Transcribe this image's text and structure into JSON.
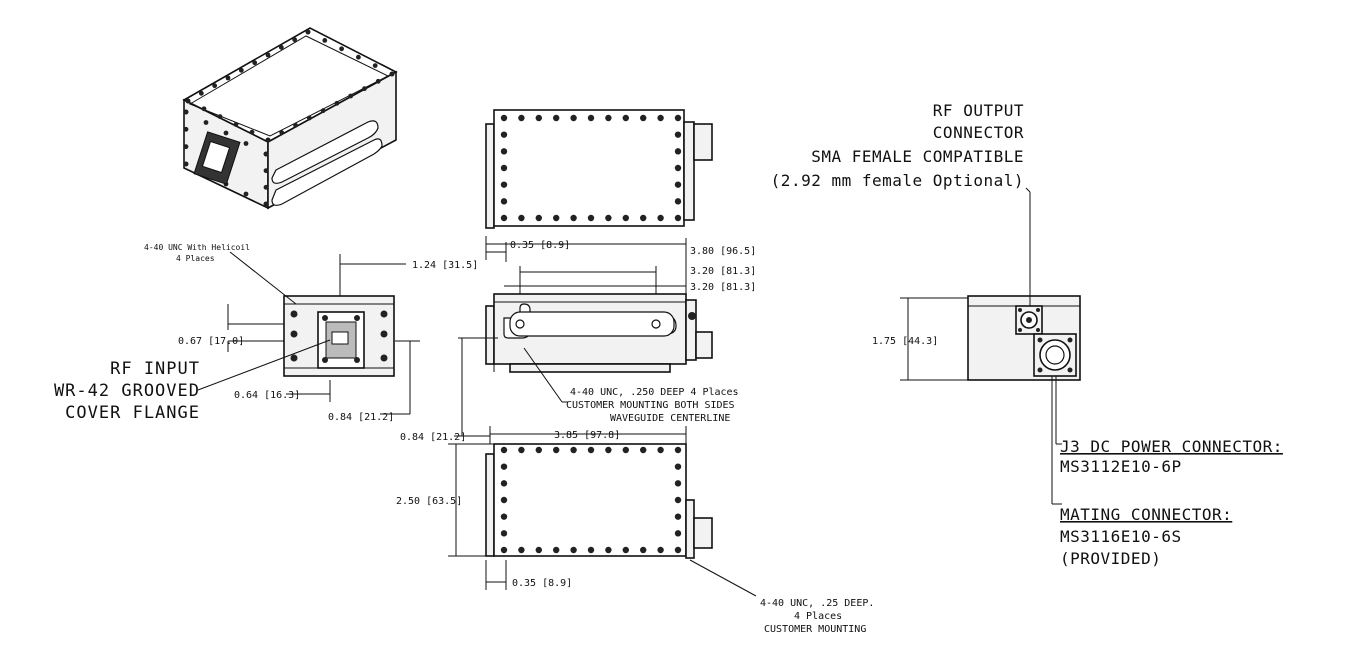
{
  "views": {
    "front": {
      "helicoil_note": [
        "4-40 UNC With Helicoil",
        "4 Places"
      ],
      "dim_width": "1.24 [31.5]",
      "dim_height": "0.67 [17.0]",
      "dim_offset_x": "0.64 [16.3]",
      "dim_offset_y": "0.84 [21.2]",
      "rf_input": [
        "RF INPUT",
        "WR-42 GROOVED",
        "COVER FLANGE"
      ]
    },
    "side": {
      "dim_a": "0.35 [8.9]",
      "dim_b": "3.80 [96.5]",
      "dim_c": "3.20 [81.3]",
      "dim_d": "3.20 [81.3]",
      "dim_left": "0.84 [21.2]",
      "mount_note": [
        "4-40 UNC, .250 DEEP 4 Places",
        "CUSTOMER MOUNTING BOTH SIDES",
        "WAVEGUIDE CENTERLINE"
      ]
    },
    "bottom": {
      "dim_length": "3.85 [97.8]",
      "dim_width": "2.50 [63.5]",
      "dim_offset": "0.35 [8.9]",
      "mount_note": [
        "4-40 UNC, .25 DEEP.",
        "4 Places",
        "CUSTOMER MOUNTING"
      ]
    },
    "end": {
      "rf_output": [
        "RF OUTPUT",
        "CONNECTOR",
        "SMA FEMALE COMPATIBLE",
        "(2.92 mm female Optional)"
      ],
      "dim_height": "1.75 [44.3]",
      "j3_title": "J3 DC POWER CONNECTOR:",
      "j3_part": "MS3112E10-6P",
      "mating_title": "MATING CONNECTOR:",
      "mating_part": "MS3116E10-6S",
      "mating_note": "(PROVIDED)"
    }
  }
}
